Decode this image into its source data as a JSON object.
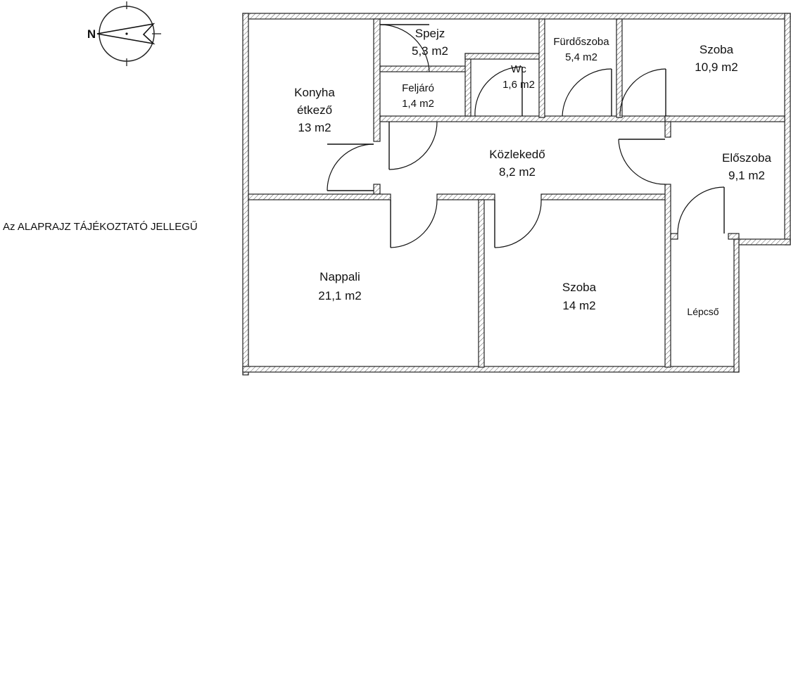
{
  "note": "Az ALAPRAJZ TÁJÉKOZTATÓ JELLEGŰ",
  "compass": {
    "north_letter": "N"
  },
  "rooms": {
    "konyha": {
      "name_line1": "Konyha",
      "name_line2": "étkező",
      "area": "13 m2"
    },
    "spejz": {
      "name": "Spejz",
      "area": "5,3 m2"
    },
    "feljaro": {
      "name": "Feljáró",
      "area": "1,4 m2"
    },
    "wc": {
      "name": "Wc",
      "area": "1,6 m2"
    },
    "furdoszoba": {
      "name": "Fürdőszoba",
      "area": "5,4 m2"
    },
    "szoba_top": {
      "name": "Szoba",
      "area": "10,9 m2"
    },
    "kozlekedo": {
      "name": "Közlekedő",
      "area": "8,2 m2"
    },
    "eloszoba": {
      "name": "Előszoba",
      "area": "9,1 m2"
    },
    "nappali": {
      "name": "Nappali",
      "area": "21,1 m2"
    },
    "szoba_bottom": {
      "name": "Szoba",
      "area": "14 m2"
    },
    "lepcso": {
      "name": "Lépcső"
    }
  }
}
